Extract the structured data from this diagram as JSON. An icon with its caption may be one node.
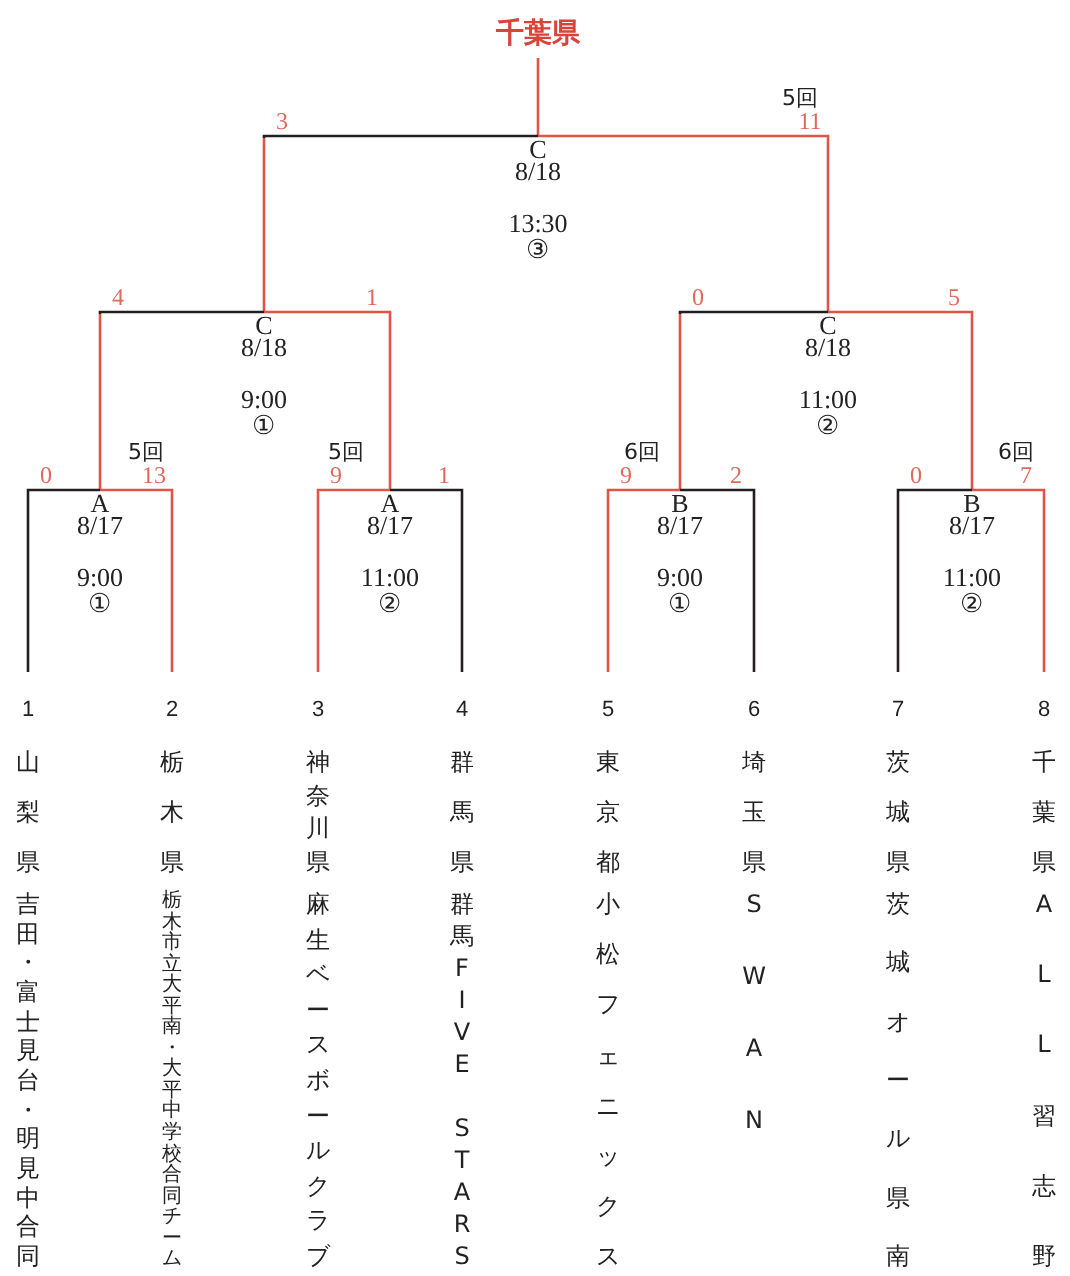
{
  "diagram": {
    "nodes": [
      {
        "text": [
          "千葉県"
        ]
      },
      {
        "text": [
          "C",
          "8/18",
          "13:30",
          "③"
        ]
      },
      {
        "text": [
          "C",
          "8/18",
          "9:00",
          "①"
        ]
      },
      {
        "text": [
          "C",
          "8/18",
          "11:00",
          "②"
        ]
      },
      {
        "text": [
          "A",
          "8/17",
          "9:00",
          "①"
        ]
      },
      {
        "text": [
          "A",
          "8/17",
          "11:00",
          "②"
        ]
      },
      {
        "text": [
          "B",
          "8/17",
          "9:00",
          "①"
        ]
      },
      {
        "text": [
          "B",
          "8/17",
          "11:00",
          "②"
        ]
      },
      {
        "text": [
          "1",
          "山梨県",
          "吉田・富士見台・明見中合同"
        ]
      },
      {
        "text": [
          "2",
          "栃木県",
          "栃木市立大平南・大平中学校合同チーム"
        ]
      },
      {
        "text": [
          "3",
          "神奈川県",
          "麻生ベースボールクラブ"
        ]
      },
      {
        "text": [
          "4",
          "群馬県",
          "群馬FIVE STARS"
        ]
      },
      {
        "text": [
          "5",
          "東京都",
          "小松フェニックス"
        ]
      },
      {
        "text": [
          "6",
          "埼玉県",
          "SWAN"
        ]
      },
      {
        "text": [
          "7",
          "茨城県",
          "茨城オール県南"
        ]
      },
      {
        "text": [
          "8",
          "千葉県",
          "ALL習志野"
        ]
      }
    ],
    "edges": [
      {
        "from": 1,
        "to": 0,
        "arrow": "none"
      },
      {
        "from": 2,
        "to": 1,
        "arrow": "none",
        "label": "3",
        "color": "#231f20"
      },
      {
        "from": 3,
        "to": 1,
        "arrow": "none",
        "label": "11"
      },
      {
        "from": 4,
        "to": 2,
        "arrow": "none",
        "label": "4",
        "color": "#231f20"
      },
      {
        "from": 5,
        "to": 2,
        "arrow": "none",
        "label": "1"
      },
      {
        "from": 6,
        "to": 3,
        "arrow": "none",
        "label": "0",
        "color": "#231f20"
      },
      {
        "from": 7,
        "to": 3,
        "arrow": "none",
        "label": "5"
      },
      {
        "from": 8,
        "to": 4,
        "arrow": "none",
        "label": "0",
        "color": "#231f20"
      },
      {
        "from": 9,
        "to": 4,
        "arrow": "none",
        "label": "13"
      },
      {
        "from": 10,
        "to": 5,
        "arrow": "none",
        "label": "9"
      },
      {
        "from": 11,
        "to": 5,
        "arrow": "none",
        "label": "1",
        "color": "#231f20"
      },
      {
        "from": 12,
        "to": 6,
        "arrow": "none",
        "label": "9"
      },
      {
        "from": 13,
        "to": 6,
        "arrow": "none",
        "label": "2",
        "color": "#231f20"
      },
      {
        "from": 14,
        "to": 7,
        "arrow": "none",
        "label": "0",
        "color": "#231f20"
      },
      {
        "from": 15,
        "to": 7,
        "arrow": "none",
        "label": "7"
      }
    ],
    "labels": [
      "5回",
      "5回",
      "5回",
      "6回",
      "6回"
    ]
  }
}
